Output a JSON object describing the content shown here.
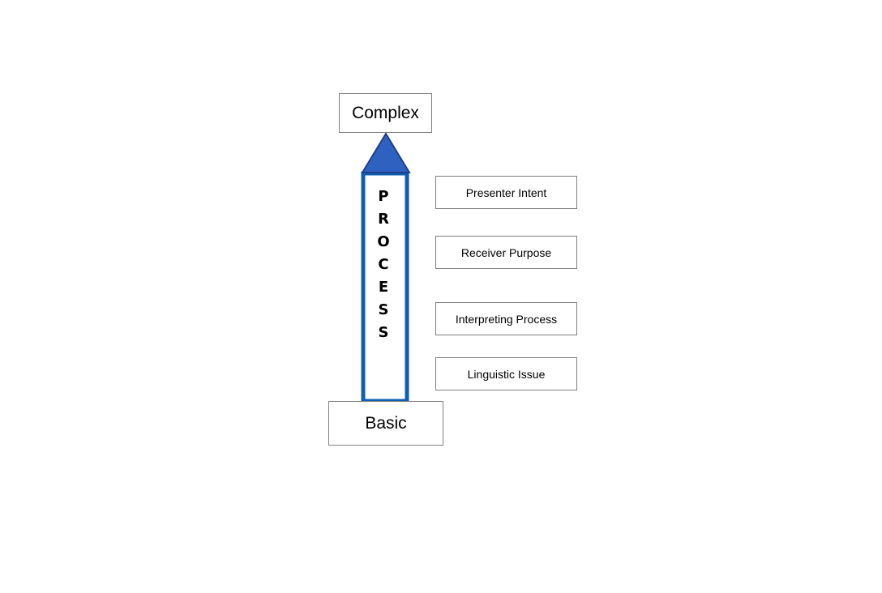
{
  "diagram": {
    "top_label": "Complex",
    "bottom_label": "Basic",
    "arrow_letters": [
      "P",
      "R",
      "O",
      "C",
      "E",
      "S",
      "S"
    ],
    "side_items": [
      {
        "label": "Presenter Intent"
      },
      {
        "label": "Receiver Purpose"
      },
      {
        "label": "Interpreting Process"
      },
      {
        "label": "Linguistic Issue"
      }
    ],
    "colors": {
      "arrow_border": "#0d5fb3",
      "arrow_head_fill": "#2e61c0",
      "arrow_head_stroke": "#1f3f86",
      "box_border": "#7f7f7f"
    }
  }
}
